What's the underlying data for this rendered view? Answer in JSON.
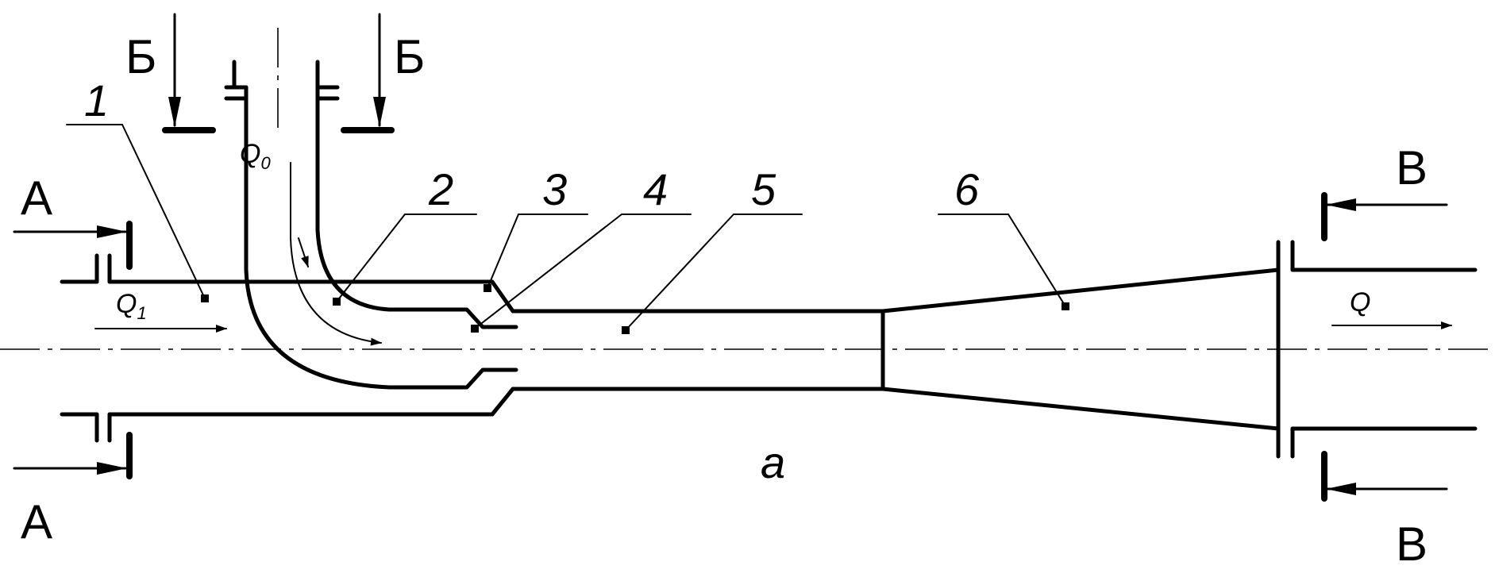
{
  "sections": {
    "a": "А",
    "b": "Б",
    "v": "В"
  },
  "callouts": [
    "1",
    "2",
    "3",
    "4",
    "5",
    "6"
  ],
  "flows": {
    "inlet_main": {
      "symbol": "Q",
      "subscript": "1"
    },
    "inlet_side": {
      "symbol": "Q",
      "subscript": "0"
    },
    "outlet": {
      "symbol": "Q",
      "subscript": ""
    }
  },
  "caption": "а"
}
